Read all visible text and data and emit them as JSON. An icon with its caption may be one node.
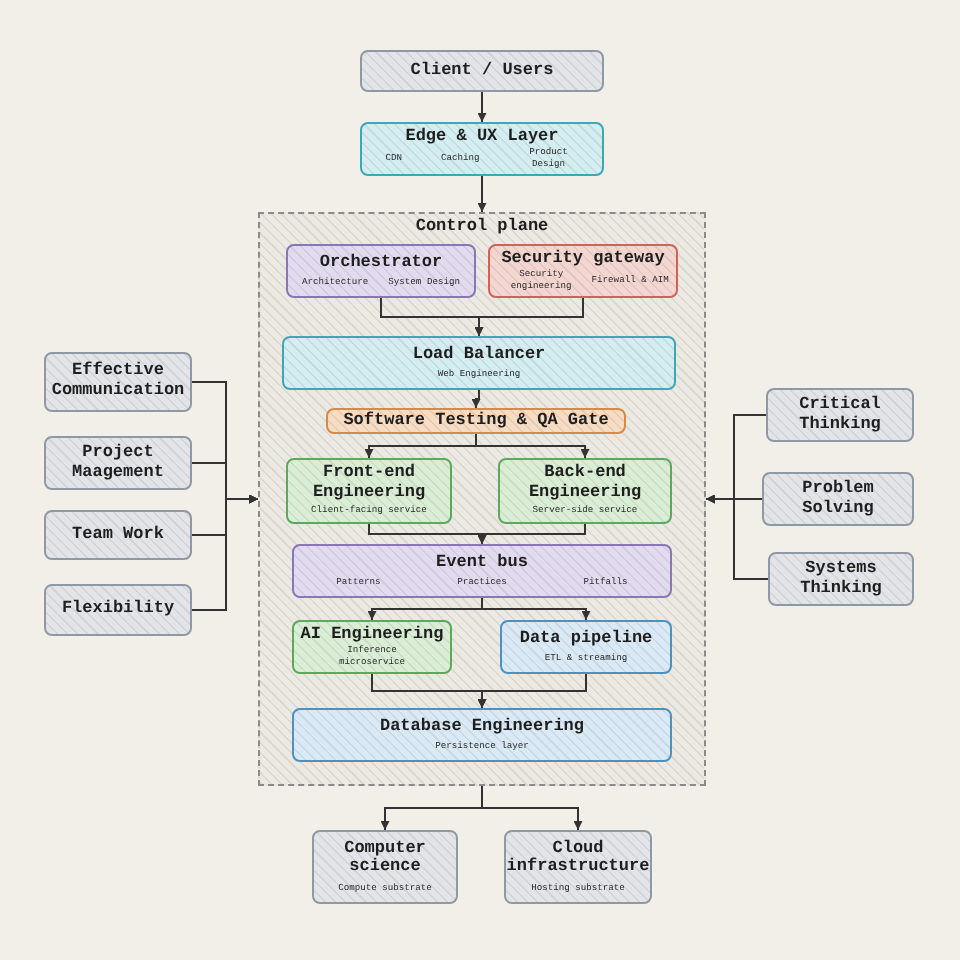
{
  "diagram": {
    "nodes": [
      {
        "text": [
          "Client / Users"
        ]
      },
      {
        "text": [
          "Edge & UX Layer",
          "CDN",
          "Caching",
          "Product Design"
        ]
      },
      {
        "text": [
          "Control plane"
        ]
      },
      {
        "text": [
          "Orchestrator",
          "Architecture",
          "System Design"
        ],
        "in": 2
      },
      {
        "text": [
          "Security gateway",
          "Security engineering",
          "Firewall & AIM"
        ],
        "in": 2
      },
      {
        "text": [
          "Load Balancer",
          "Web Engineering"
        ],
        "in": 2
      },
      {
        "text": [
          "Software Testing & QA Gate"
        ],
        "in": 2
      },
      {
        "text": [
          "Front-end Engineering",
          "Client-facing service"
        ],
        "in": 2
      },
      {
        "text": [
          "Back-end Engineering",
          "Server-side service"
        ],
        "in": 2
      },
      {
        "text": [
          "Event bus",
          "Patterns",
          "Practices",
          "Pitfalls"
        ],
        "in": 2
      },
      {
        "text": [
          "AI Engineering",
          "Inference microservice"
        ],
        "in": 2
      },
      {
        "text": [
          "Data pipeline",
          "ETL & streaming"
        ],
        "in": 2
      },
      {
        "text": [
          "Database Engineering",
          "Persistence layer"
        ],
        "in": 2
      },
      {
        "text": [
          "Computer science",
          "Compute substrate"
        ]
      },
      {
        "text": [
          "Cloud infrastructure",
          "Hosting substrate"
        ]
      },
      {
        "text": [
          "Effective Communication"
        ]
      },
      {
        "text": [
          "Project Maagement"
        ]
      },
      {
        "text": [
          "Team Work"
        ]
      },
      {
        "text": [
          "Flexibility"
        ]
      },
      {
        "text": [
          "Critical Thinking"
        ]
      },
      {
        "text": [
          "Problem Solving"
        ]
      },
      {
        "text": [
          "Systems Thinking"
        ]
      }
    ],
    "edges": [
      {
        "from": 0,
        "to": 1,
        "arrow": "to"
      },
      {
        "from": 1,
        "to": 2,
        "arrow": "to"
      },
      {
        "from": 3,
        "to": 5,
        "arrow": "to"
      },
      {
        "from": 4,
        "to": 5,
        "arrow": "to"
      },
      {
        "from": 5,
        "to": 6,
        "arrow": "to"
      },
      {
        "from": 6,
        "to": 7,
        "arrow": "to"
      },
      {
        "from": 6,
        "to": 8,
        "arrow": "to"
      },
      {
        "from": 7,
        "to": 9,
        "arrow": "to"
      },
      {
        "from": 8,
        "to": 9,
        "arrow": "to"
      },
      {
        "from": 9,
        "to": 10,
        "arrow": "to"
      },
      {
        "from": 9,
        "to": 11,
        "arrow": "to"
      },
      {
        "from": 10,
        "to": 12,
        "arrow": "to"
      },
      {
        "from": 11,
        "to": 12,
        "arrow": "to"
      },
      {
        "from": 2,
        "to": 13,
        "arrow": "to"
      },
      {
        "from": 2,
        "to": 14,
        "arrow": "to"
      },
      {
        "from": 15,
        "to": 2,
        "arrow": "to"
      },
      {
        "from": 16,
        "to": 2,
        "arrow": "to"
      },
      {
        "from": 17,
        "to": 2,
        "arrow": "to"
      },
      {
        "from": 18,
        "to": 2,
        "arrow": "to"
      },
      {
        "from": 19,
        "to": 2,
        "arrow": "to"
      },
      {
        "from": 20,
        "to": 2,
        "arrow": "to"
      },
      {
        "from": 21,
        "to": 2,
        "arrow": "to"
      }
    ]
  }
}
